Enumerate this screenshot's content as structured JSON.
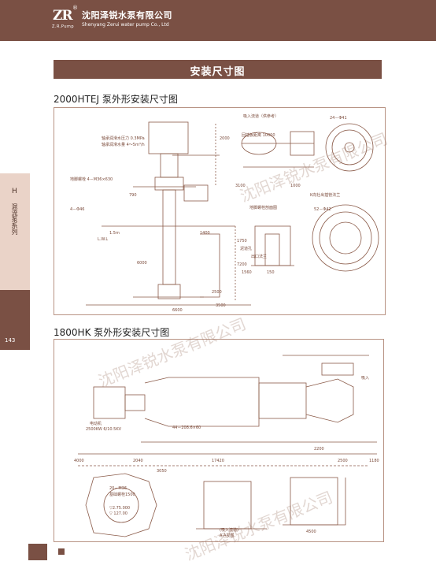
{
  "header": {
    "logo_mark": "ZR",
    "logo_reg": "®",
    "logo_sub": "Z.R.Pump",
    "company_cn": "沈阳泽锐水泵有限公司",
    "company_en": "Shenyang Zerui water pump Co., Ltd"
  },
  "section": {
    "title": "安装尺寸图"
  },
  "captions": {
    "first": "2000HTEJ 泵外形安装尺寸图",
    "second": "1800HK 泵外形安装尺寸图"
  },
  "sidebar": {
    "mark": "H",
    "label": "混流泵系列",
    "page_number": "143"
  },
  "drawing1": {
    "labels": [
      "吸入流道（供参考）",
      "轴承润滑水压力 0.3MPa",
      "轴承润滑水量 4～5m³/h",
      "地脚螺栓 4－M36×630",
      "L.W.L",
      "回插板距离 10000",
      "24－Φ41",
      "K向社出插管法兰",
      "52－Φ42",
      "出口法兰",
      "泥道孔",
      "地脚螺栓剖面图",
      "2000",
      "790",
      "4－Φ46",
      "1400",
      "2500",
      "3100",
      "6600",
      "3500",
      "1000",
      "1750",
      "150",
      "1560",
      "6000",
      "7200",
      "1.5m"
    ]
  },
  "drawing2": {
    "labels": [
      "电动机",
      "2500KW 6/10.5KV",
      "44－208.6×60",
      "20－M36",
      "基础螺栓1500",
      "▽2.75.000",
      "▽ 127.00",
      "A-A视图",
      "(吸入流道)",
      "吸入",
      "4000",
      "2040",
      "17420",
      "2500",
      "1180",
      "2200",
      "3050",
      "4500"
    ]
  },
  "watermark": {
    "text": "沈阳泽锐水泵有限公司"
  }
}
